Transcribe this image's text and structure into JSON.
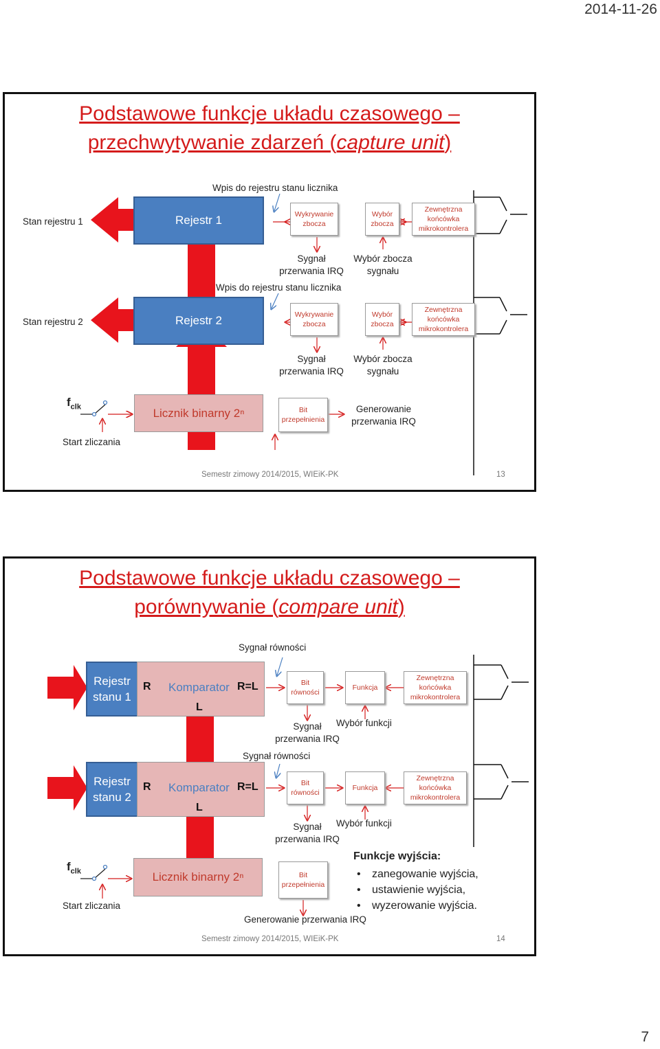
{
  "header": {
    "date": "2014-11-26"
  },
  "page_number": "7",
  "slide1": {
    "title_line1": "Podstawowe funkcje układu czasowego –",
    "title_line2_normal": "przechwytywanie zdarzeń (",
    "title_line2_italic": "capture unit",
    "title_line2_end": ")",
    "write_label_top": "Wpis  do rejestru  stanu licznika",
    "write_label_mid": "Wpis  do rejestru  stanu licznika",
    "state_reg1": "Stan rejestru 1",
    "state_reg2": "Stan rejestru 2",
    "reg1": "Rejestr 1",
    "reg2": "Rejestr 2",
    "edge_detect": "Wykrywanie zbocza",
    "edge_select": "Wybór zbocza",
    "ext_pin": "Zewnętrzna końcówka mikrokontrolera",
    "irq_signal_1": "Sygnał",
    "irq_signal_2": "przerwania IRQ",
    "edge_sel_signal_1": "Wybór zbocza",
    "edge_sel_signal_2": "sygnału",
    "fclk": "f",
    "fclk_sub": "clk",
    "counter": "Licznik  binarny 2ⁿ",
    "overflow_bit": "Bit przepełnienia",
    "gen_irq_1": "Generowanie",
    "gen_irq_2": "przerwania IRQ",
    "start": "Start zliczania",
    "footer": "Semestr zimowy 2014/2015, WIEiK-PK",
    "slide_no": "13"
  },
  "slide2": {
    "title_line1": "Podstawowe funkcje układu czasowego –",
    "title_line2_normal": "porównywanie (",
    "title_line2_italic": "compare unit",
    "title_line2_end": ")",
    "eq_signal": "Sygnał równości",
    "reg_state_1": "Rejestr stanu 1",
    "reg_state_2": "Rejestr stanu 2",
    "R": "R",
    "L": "L",
    "comparator": "Komparator",
    "r_eq_l": "R=L",
    "eq_bit": "Bit równości",
    "function": "Funkcja",
    "ext_pin": "Zewnętrzna końcówka mikrokontrolera",
    "irq_signal_1": "Sygnał",
    "irq_signal_2": "przerwania IRQ",
    "fn_select": "Wybór funkcji",
    "fclk": "f",
    "fclk_sub": "clk",
    "counter": "Licznik  binarny 2ⁿ",
    "overflow_bit": "Bit przepełnienia",
    "start": "Start zliczania",
    "gen_irq": "Generowanie przerwania IRQ",
    "out_title": "Funkcje wyjścia:",
    "out_items": [
      "zanegowanie wyjścia,",
      "ustawienie wyjścia,",
      "wyzerowanie wyjścia."
    ],
    "footer": "Semestr zimowy 2014/2015, WIEiK-PK",
    "slide_no": "14"
  },
  "colors": {
    "title_red": "#d41b1b",
    "arrow_red": "#e8141c",
    "box_blue": "#4a7fc1",
    "comparator_pink": "#e6b6b6"
  }
}
